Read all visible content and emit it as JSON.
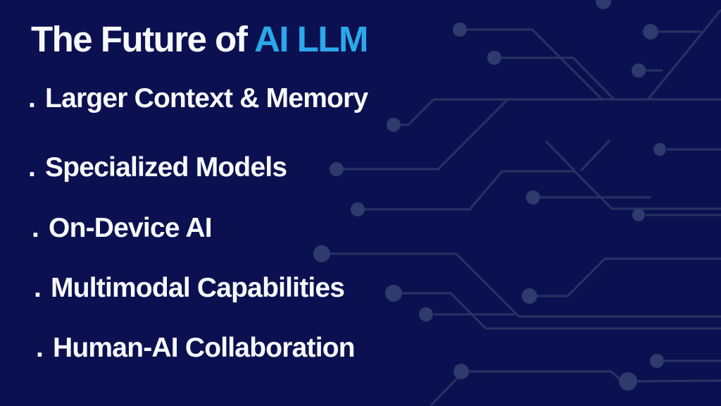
{
  "slide": {
    "title": {
      "prefix": "The Future of ",
      "highlight": "AI LLM"
    },
    "bullet_marker": ".",
    "bullets": [
      {
        "text": "Larger Context & Memory"
      },
      {
        "text": "Specialized Models"
      },
      {
        "text": "On-Device AI"
      },
      {
        "text": "Multimodal Capabilities"
      },
      {
        "text": "Human-AI Collaboration"
      }
    ],
    "colors": {
      "background": "#0B1150",
      "text": "#F8F9FD",
      "title_highlight": "#2BA8EB",
      "circuit_line": "#2A3263",
      "circuit_dot": "#313A6C"
    }
  }
}
